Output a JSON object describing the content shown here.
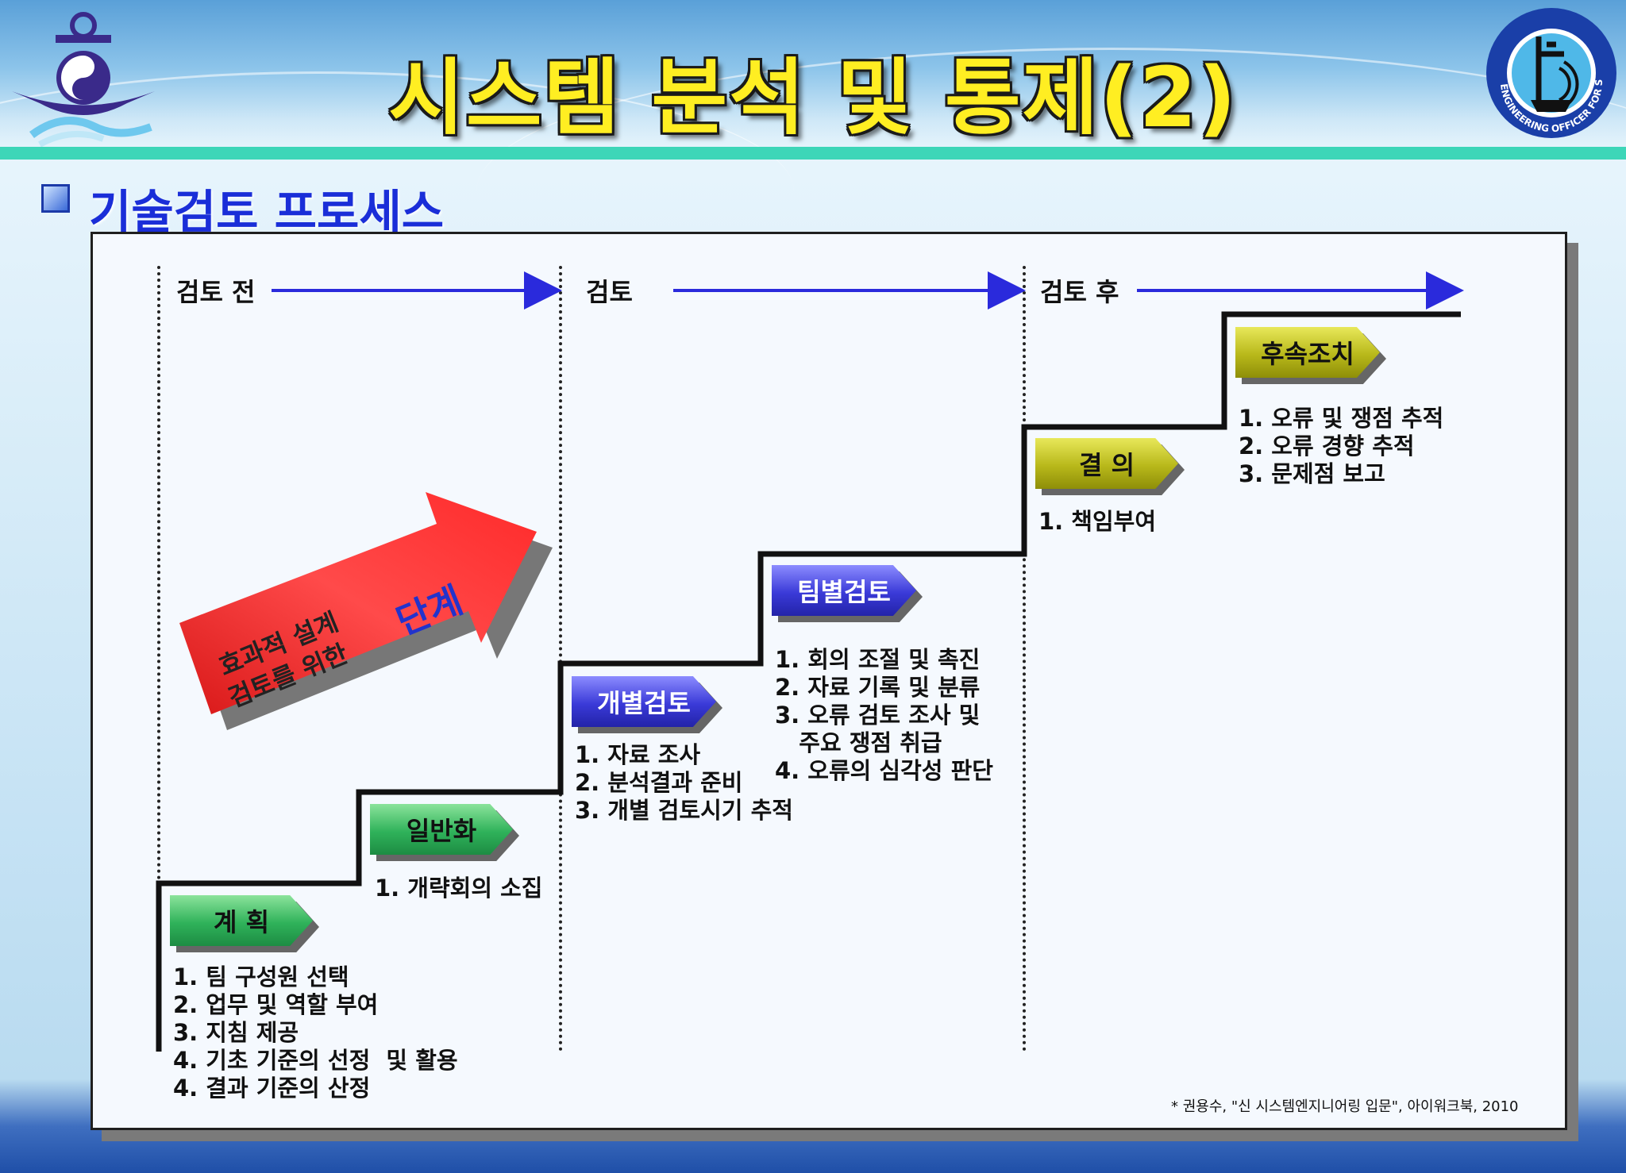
{
  "title": "시스템 분석 및 통제(2)",
  "subtitle": "기술검토 프로세스",
  "logo_right_text": "ENGINEERING OFFICER FOR SHIPBUILDING",
  "phases": [
    "검토 전",
    "검토",
    "검토 후"
  ],
  "big_arrow": {
    "line1": "효과적 설계",
    "line2": "검토를 위한",
    "line3": "단계",
    "color": "#ff3030"
  },
  "steps": [
    {
      "label": "계   획",
      "items": [
        "1. 팀 구성원 선택",
        "2. 업무 및 역할 부여",
        "3. 지침 제공",
        "4. 기초 기준의 선정  및 활용",
        "4. 결과 기준의 산정"
      ]
    },
    {
      "label": "일반화",
      "items": [
        "1. 개략회의 소집"
      ]
    },
    {
      "label": "개별검토",
      "items": [
        "1. 자료 조사",
        "2. 분석결과 준비",
        "3. 개별 검토시기 추적"
      ]
    },
    {
      "label": "팀별검토",
      "items": [
        "1. 회의 조절 및 촉진",
        "2. 자료 기록 및 분류",
        "3. 오류 검토 조사 및",
        "   주요 쟁점 취급",
        "4. 오류의 심각성 판단"
      ]
    },
    {
      "label": "결   의",
      "items": [
        "1. 책임부여"
      ]
    },
    {
      "label": "후속조치",
      "items": [
        "1. 오류 및 쟁점 추적",
        "2. 오류 경향 추적",
        "3. 문제점 보고"
      ]
    }
  ],
  "footnote": "* 권용수, \"신 시스템엔지니어링 입문\", 아이워크북, 2010",
  "colors": {
    "title": "#ffee22",
    "subtitle": "#1a2ed8",
    "arrow_line": "#2a2adc",
    "green_tag": "#2fb25a",
    "blue_tag": "#3a3ad8",
    "olive_tag": "#b8b81a"
  }
}
